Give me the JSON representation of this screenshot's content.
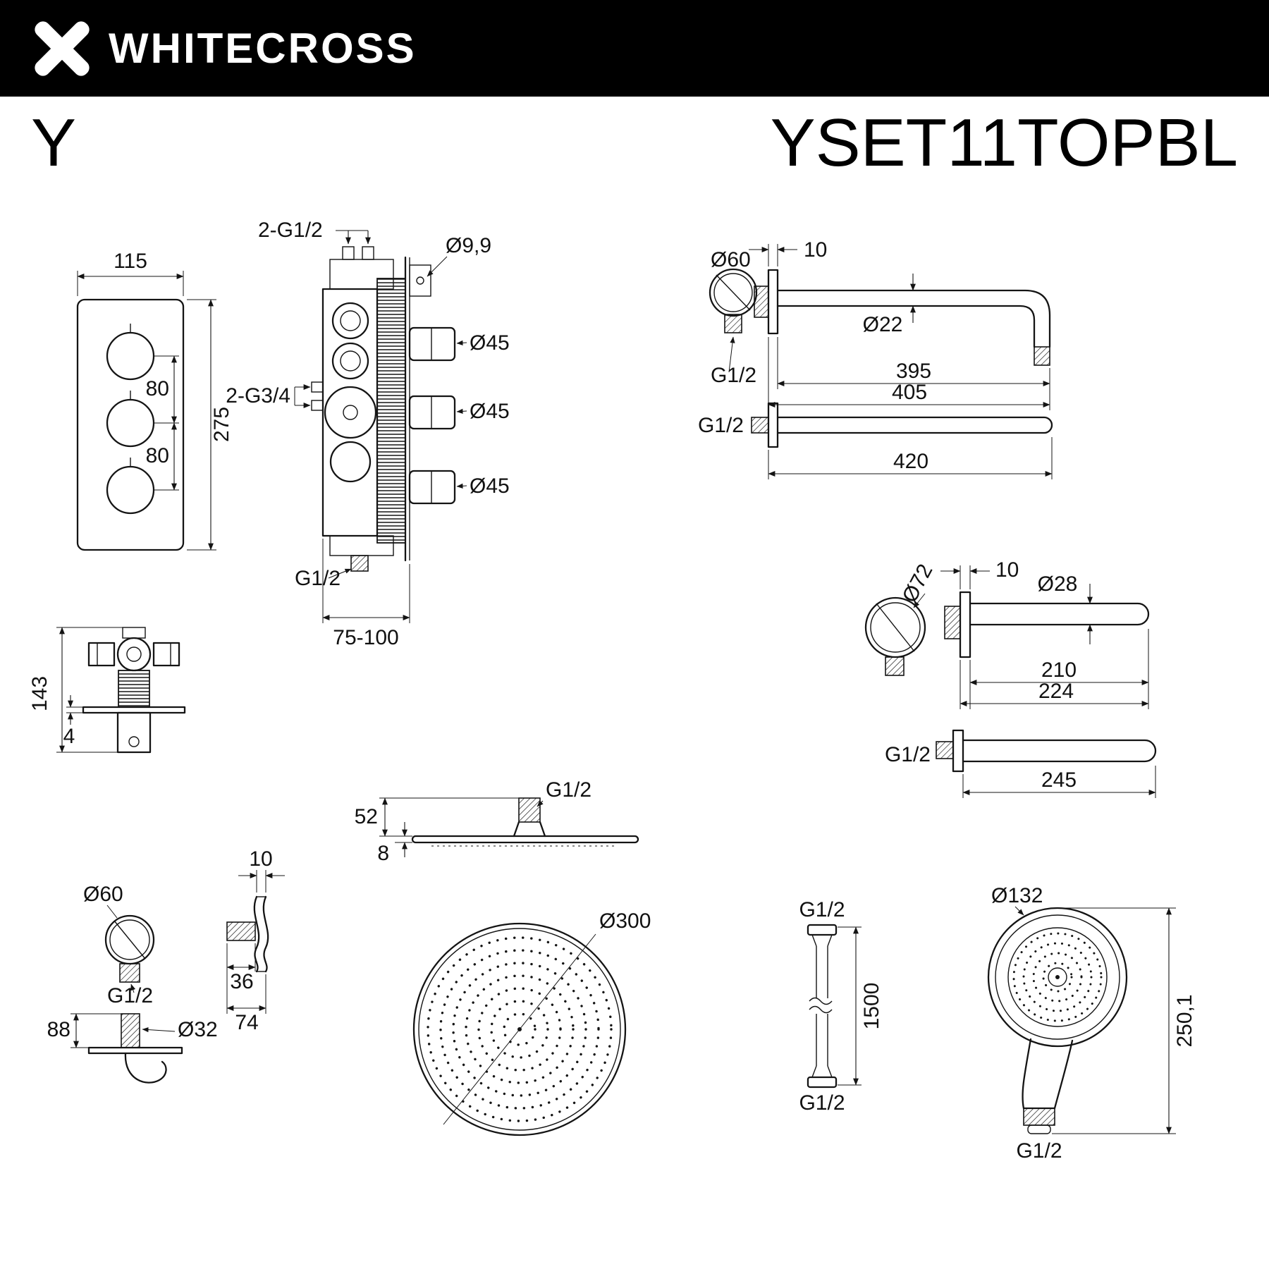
{
  "header": {
    "brand": "WHITECROSS"
  },
  "product": {
    "series": "Y",
    "model": "YSET11TOPBL"
  },
  "colors": {
    "header_bg": "#000000",
    "line": "#141414",
    "bg": "#ffffff"
  },
  "drawings": {
    "mixer_front": {
      "width": "115",
      "height": "275",
      "pitch_top": "80",
      "pitch_bottom": "80"
    },
    "mixer_side": {
      "top_ports": "2-G1/2",
      "pin_hole": "Ø9,9",
      "side_ports": "2-G3/4",
      "knob_top": "Ø45",
      "knob_mid": "Ø45",
      "knob_bottom": "Ø45",
      "bottom_port": "G1/2",
      "depth_range": "75-100"
    },
    "arm_405": {
      "flange": "Ø60",
      "flange_depth": "10",
      "tube": "Ø22",
      "length_inner": "395",
      "length_outer": "405",
      "thread": "G1/2"
    },
    "arm_420": {
      "thread": "G1/2",
      "length": "420"
    },
    "check_valve": {
      "height": "143",
      "plate": "4"
    },
    "spout_224": {
      "flange": "Ø72",
      "flange_depth": "10",
      "tube": "Ø28",
      "length_inner": "210",
      "length_outer": "224"
    },
    "spout_245": {
      "thread": "G1/2",
      "length": "245"
    },
    "head_side": {
      "thread": "G1/2",
      "height": "52",
      "plate": "8"
    },
    "head_top": {
      "diameter": "Ø300"
    },
    "wall_connector": {
      "flange": "Ø60",
      "plate_depth": "10",
      "thread": "G1/2",
      "stub": "36",
      "depth": "74",
      "height": "88",
      "tube": "Ø32"
    },
    "hose": {
      "thread_top": "G1/2",
      "length": "1500",
      "thread_bottom": "G1/2"
    },
    "hand_shower": {
      "head": "Ø132",
      "length": "250,1",
      "thread": "G1/2"
    }
  }
}
